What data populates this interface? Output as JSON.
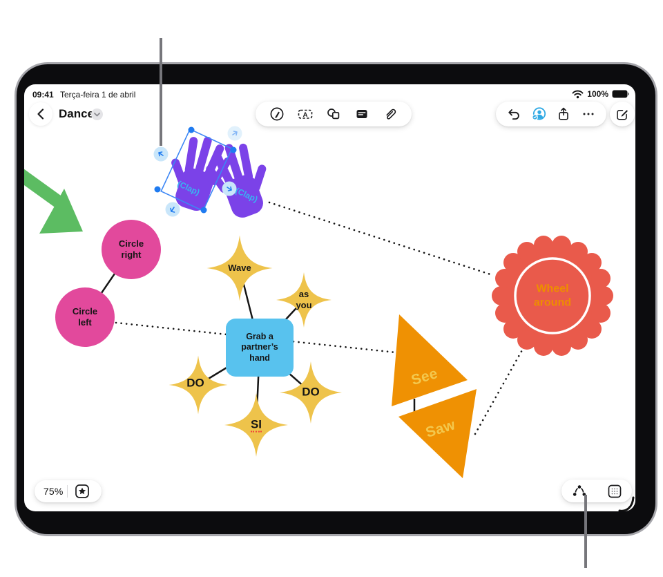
{
  "status_bar": {
    "time": "09:41",
    "date": "Terça-feira 1 de abril",
    "battery": "100%"
  },
  "nav": {
    "board_title": "Dance"
  },
  "toolbar_icons": {
    "center": [
      "draw-icon",
      "text-box-icon",
      "shapes-icon",
      "note-icon",
      "attachment-icon"
    ],
    "right": [
      "undo-icon",
      "collaborate-icon",
      "share-icon",
      "more-icon"
    ],
    "compose": "compose-icon",
    "bottom_left": [
      "favorites-star-icon"
    ],
    "bottom_right": [
      "connector-icon",
      "grid-icon"
    ]
  },
  "footer": {
    "zoom_level": "75%"
  },
  "canvas": {
    "labels": {
      "clap_left": "(Clap)",
      "clap_right": "(Clap)",
      "circle_right": "Circle right",
      "circle_left": "Circle left",
      "wave": "Wave",
      "as_you": "as you",
      "grab_hand": "Grab a partner’s hand",
      "do_left": "DO",
      "do_right": "DO",
      "si": "SI",
      "see": "See",
      "saw": "Saw",
      "wheel": "Wheel around"
    }
  },
  "colors": {
    "pink": "#e2499c",
    "yellow": "#eec34b",
    "blueRect": "#58c2ee",
    "orange": "#ef9103",
    "triText": "#f3c84e",
    "red": "#e95a4b",
    "wheelText": "#ee8d00",
    "purple": "#7b42e8",
    "clapCyan": "#38b3f2",
    "green": "#5cbc62",
    "selBlue": "#3d87f5",
    "selDot": "#1f7bf0",
    "handleBg": "#c9e6fa",
    "collabBlue": "#2fa9e4",
    "calloutGray": "#76767b",
    "ink": "#151515"
  }
}
